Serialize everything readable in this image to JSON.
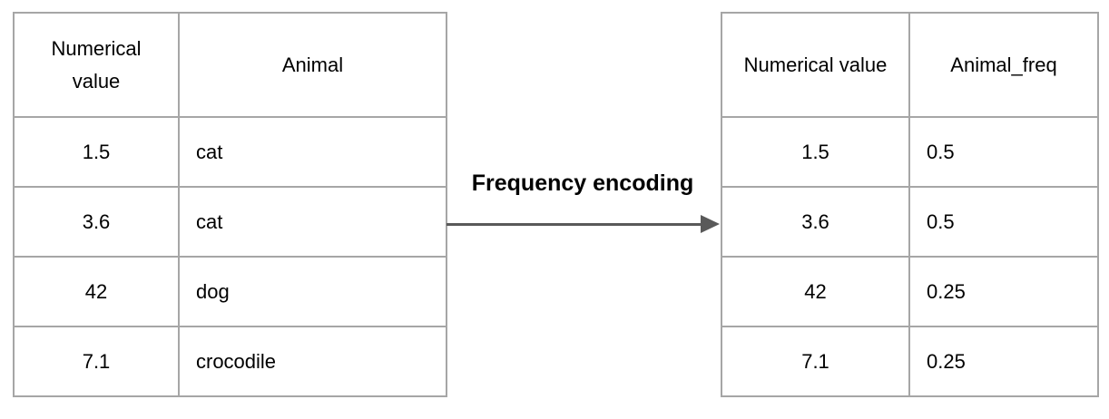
{
  "diagram": {
    "arrow_label": "Frequency encoding",
    "left_table": {
      "columns": [
        "Numerical value",
        "Animal"
      ],
      "rows": [
        [
          "1.5",
          "cat"
        ],
        [
          "3.6",
          "cat"
        ],
        [
          "42",
          "dog"
        ],
        [
          "7.1",
          "crocodile"
        ]
      ]
    },
    "right_table": {
      "columns": [
        "Numerical value",
        "Animal_freq"
      ],
      "rows": [
        [
          "1.5",
          "0.5"
        ],
        [
          "3.6",
          "0.5"
        ],
        [
          "42",
          "0.25"
        ],
        [
          "7.1",
          "0.25"
        ]
      ]
    },
    "colors": {
      "table_border": "#a6a6a6",
      "arrow": "#595959",
      "text": "#000000",
      "background": "#ffffff"
    }
  }
}
